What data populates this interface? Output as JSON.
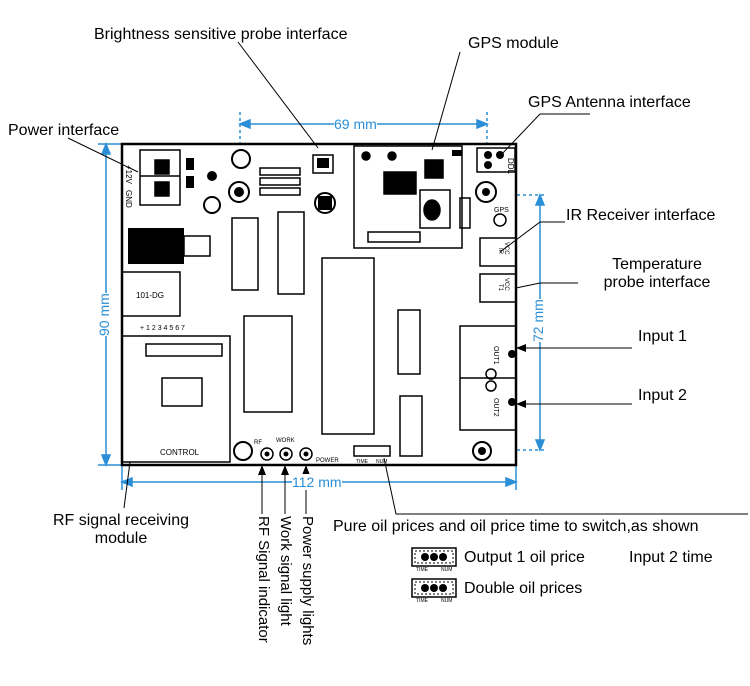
{
  "labels": {
    "brightness_probe": "Brightness sensitive probe interface",
    "gps_module": "GPS module",
    "gps_antenna": "GPS Antenna interface",
    "power_interface": "Power interface",
    "ir_receiver": "IR Receiver interface",
    "temperature_probe": "Temperature probe interface",
    "input1": "Input 1",
    "input2": "Input 2",
    "rf_module": "RF signal receiving module",
    "rf_indicator": "RF Signal indicator",
    "work_light": "Work signal light",
    "power_lights": "Power supply lights",
    "oil_price_note": "Pure oil prices and oil price time to switch,as shown",
    "output1_oil": "Output 1 oil price",
    "input2_time": "Input 2 time",
    "double_oil": "Double oil prices"
  },
  "dimensions": {
    "width_top": "69 mm",
    "height_left": "90 mm",
    "height_right": "72 mm",
    "width_bottom": "112 mm"
  },
  "silkscreen": {
    "power_conn": "+12V",
    "gnd": "GND",
    "ddl": "DDL",
    "gps": "GPS",
    "vcc": "VCC",
    "ir": "IR",
    "t1": "T1",
    "out1": "OUT1",
    "out2": "OUT2",
    "control": "CONTROL",
    "coil": "101-DG",
    "header_nums": "+ 1 2 3 4 5 6 7",
    "rf": "RF",
    "work": "WORK",
    "power": "POWER",
    "time": "TIME",
    "num": "NUM"
  },
  "colors": {
    "dimension": "#2a8fd6",
    "outline": "#000000"
  }
}
